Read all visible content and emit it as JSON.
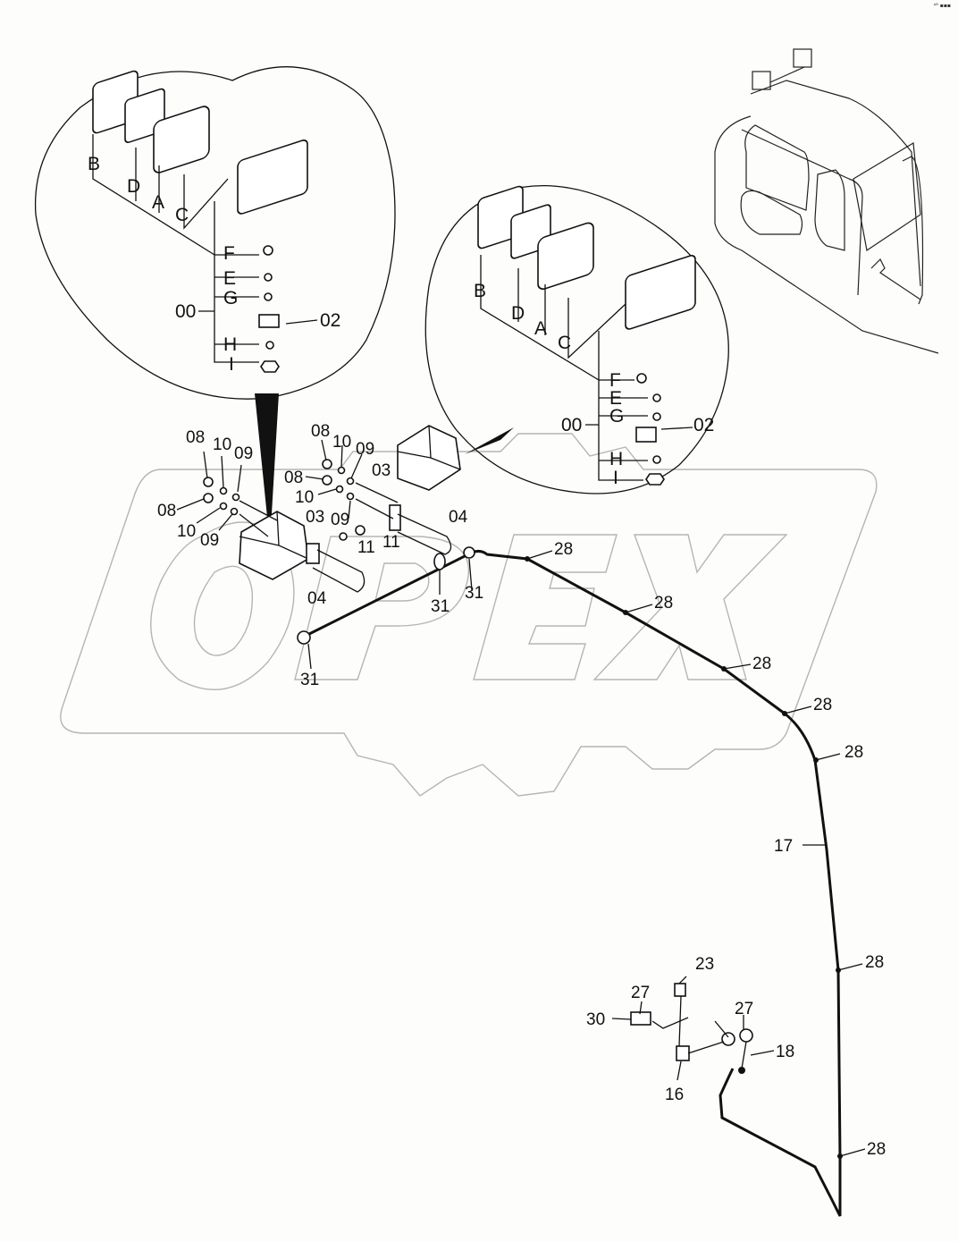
{
  "corner_mark": "ᵖᴮ ▪▪▪",
  "watermark": "OPEX",
  "detail_left": {
    "letters": [
      "B",
      "D",
      "A",
      "C",
      "F",
      "E",
      "G",
      "00",
      "H",
      "I",
      "02"
    ]
  },
  "detail_right": {
    "letters": [
      "B",
      "D",
      "A",
      "C",
      "F",
      "E",
      "G",
      "00",
      "H",
      "I",
      "02"
    ]
  },
  "callouts": {
    "left_lamp": [
      "08",
      "10",
      "09",
      "08",
      "10",
      "09",
      "03",
      "04",
      "11"
    ],
    "right_lamp": [
      "08",
      "10",
      "09",
      "08",
      "10",
      "09",
      "03",
      "04",
      "11"
    ],
    "clips": [
      "31",
      "31",
      "31"
    ],
    "harness": [
      "28",
      "28",
      "28",
      "28",
      "28",
      "17",
      "28",
      "28"
    ],
    "connectors": [
      "23",
      "27",
      "30",
      "27",
      "18",
      "16"
    ]
  }
}
